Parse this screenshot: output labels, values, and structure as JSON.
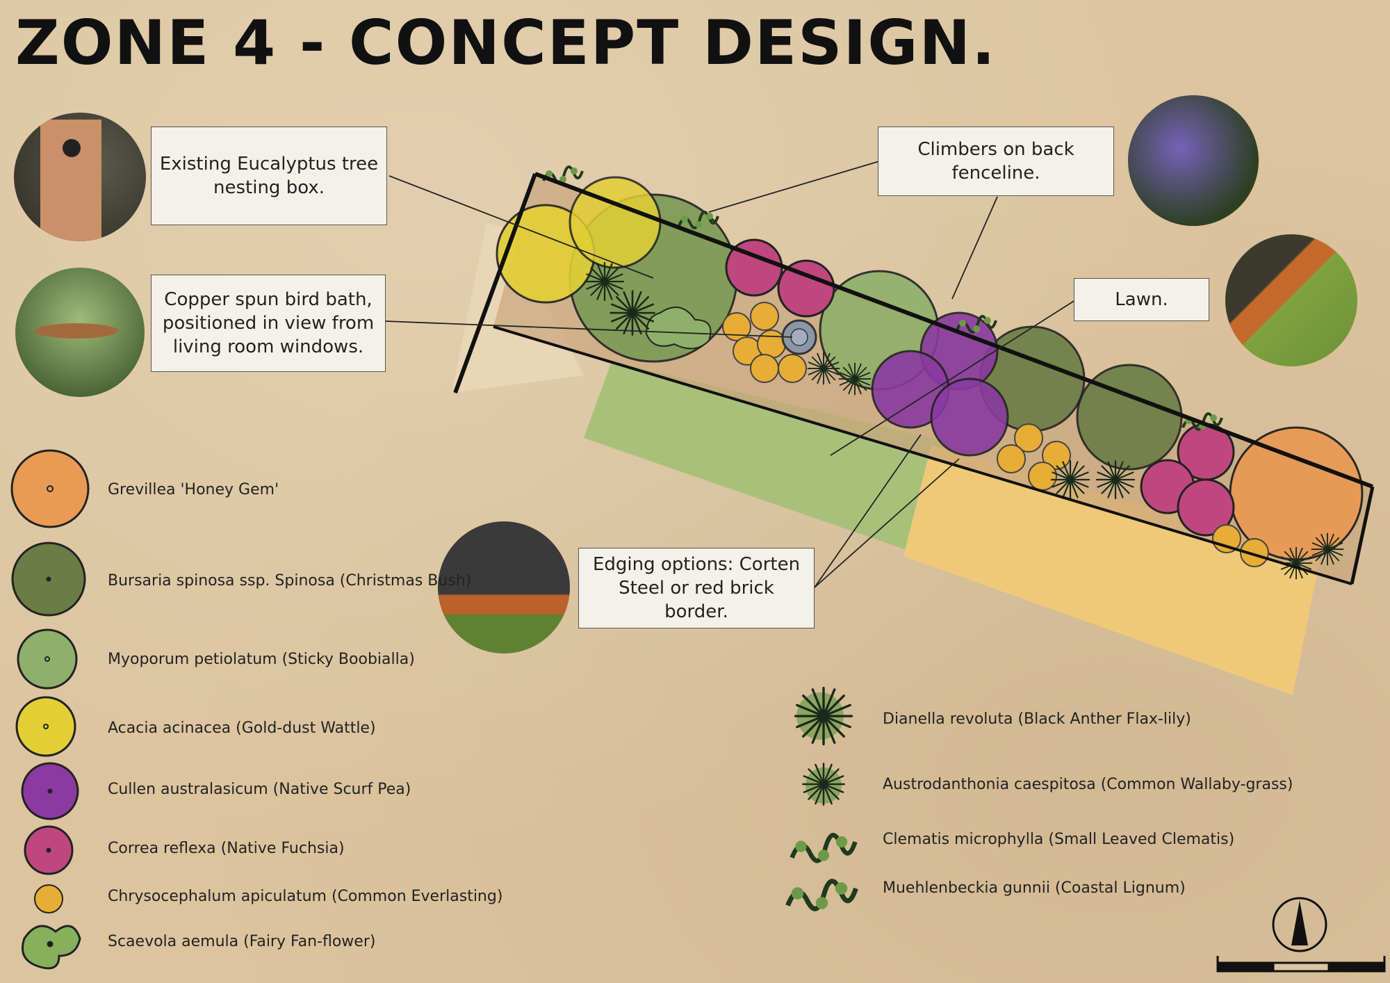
{
  "title": "ZONE 4 - CONCEPT DESIGN.",
  "callouts": {
    "nesting_box": "Existing Eucalyptus tree nesting box.",
    "bird_bath": "Copper spun bird bath, positioned in view from living room windows.",
    "climbers": "Climbers on back fenceline.",
    "lawn": "Lawn.",
    "edging": "Edging options: Corten Steel or red brick border."
  },
  "legend_left": [
    {
      "label": "Grevillea 'Honey Gem'",
      "color": "#e99a55"
    },
    {
      "label": "Bursaria spinosa ssp. Spinosa (Christmas Bush)",
      "color": "#6b7d45"
    },
    {
      "label": "Myoporum petiolatum (Sticky Boobialla)",
      "color": "#8fb06a"
    },
    {
      "label": "Acacia acinacea (Gold-dust Wattle)",
      "color": "#e2cf35"
    },
    {
      "label": "Cullen australasicum (Native Scurf Pea)",
      "color": "#8a3aa0"
    },
    {
      "label": "Correa reflexa (Native Fuchsia)",
      "color": "#c0477e"
    },
    {
      "label": "Chrysocephalum apiculatum (Common Everlasting)",
      "color": "#e8ad35"
    },
    {
      "label": "Scaevola aemula (Fairy Fan-flower)",
      "color": "#86b05c"
    }
  ],
  "legend_right": [
    {
      "label": "Dianella revoluta (Black Anther Flax-lily)",
      "icon": "flax-lily-icon"
    },
    {
      "label": "Austrodanthonia caespitosa (Common Wallaby-grass)",
      "icon": "wallaby-grass-icon"
    },
    {
      "label": "Clematis microphylla (Small Leaved Clematis)",
      "icon": "clematis-icon"
    },
    {
      "label": "Muehlenbeckia gunnii (Coastal Lignum)",
      "icon": "lignum-icon"
    }
  ],
  "colors": {
    "paper": "#dcc49e",
    "lawn": "#a9c07a",
    "path": "#f0c978",
    "paving": "#e8d6b8",
    "bed": "#c9a57c"
  },
  "icons": {
    "north_arrow": "north-arrow-icon",
    "scale_bar": "scale-bar"
  }
}
